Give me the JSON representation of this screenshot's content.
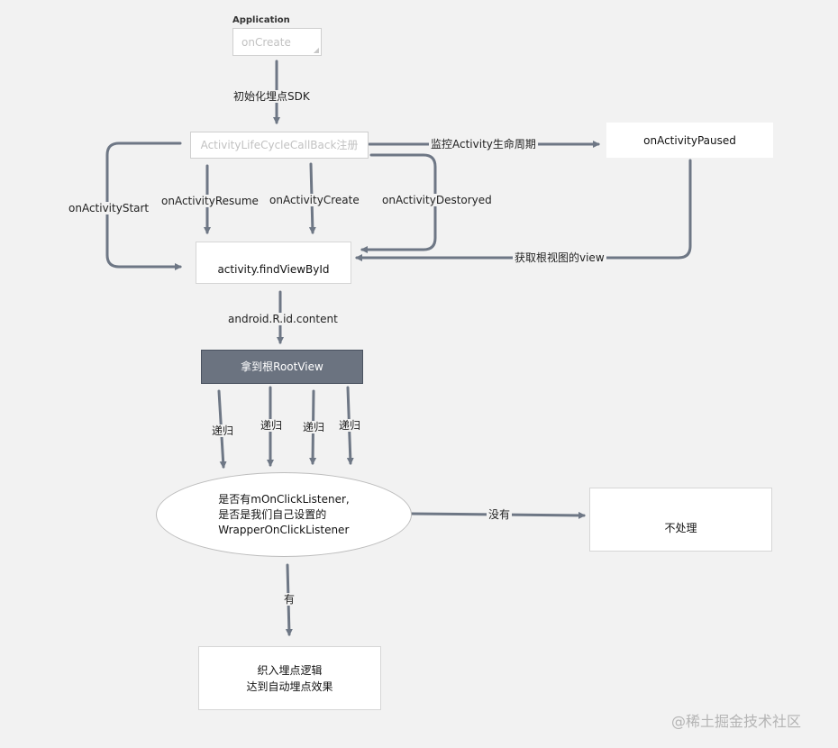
{
  "application": {
    "title": "Application",
    "on_create": "onCreate"
  },
  "steps": {
    "init_sdk": "初始化埋点SDK",
    "lifecycle_callback": "ActivityLifeCycleCallBack注册",
    "monitor_lifecycle": "监控Activity生命周期",
    "on_activity_paused": "onActivityPaused",
    "on_activity_start": "onActivityStart",
    "on_activity_resume": "onActivityResume",
    "on_activity_create": "onActivityCreate",
    "on_activity_destoryed": "onActivityDestoryed",
    "find_view_by_id": "activity.findViewById",
    "get_root_view_label": "获取根视图的view",
    "content_id": "android.R.id.content",
    "root_view": "拿到根RootView",
    "recurse_1": "递归",
    "recurse_2": "递归",
    "recurse_3": "递归",
    "recurse_4": "递归",
    "decision_line1": "是否有mOnClickListener,",
    "decision_line2": "是否是我们自己设置的",
    "decision_line3": "WrapperOnClickListener",
    "no_label": "没有",
    "not_handle": "不处理",
    "yes_label": "有",
    "weave_line1": "织入埋点逻辑",
    "weave_line2": "达到自动埋点效果"
  },
  "watermark": "@稀土掘金技术社区",
  "colors": {
    "arrow": "#6e7785",
    "root_box": "#6b7380"
  }
}
